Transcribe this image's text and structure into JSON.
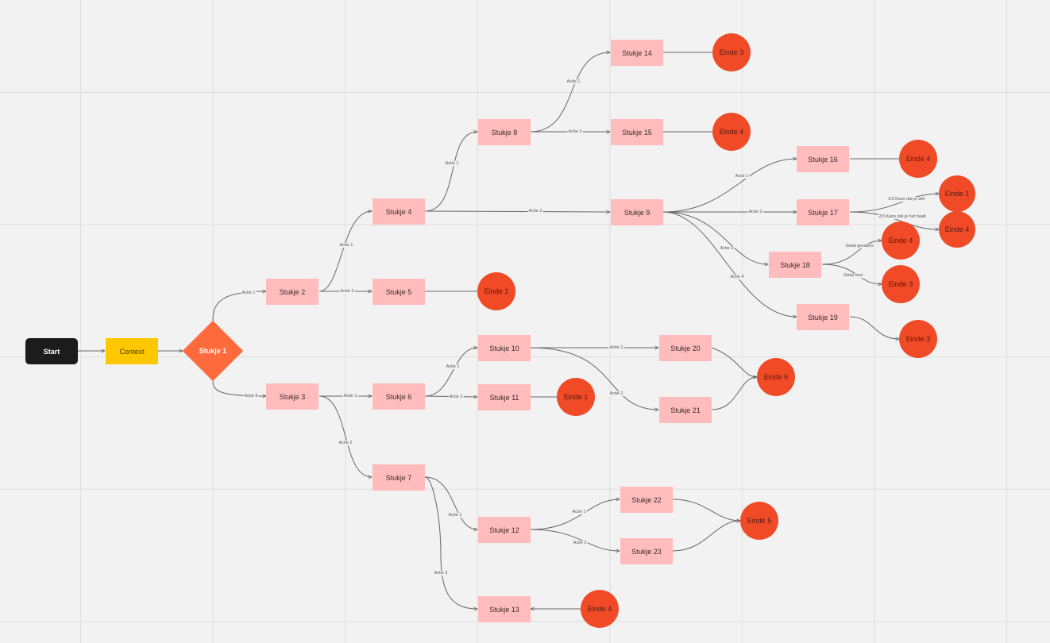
{
  "nodes": {
    "start": "Start",
    "context": "Context",
    "stukje1": "Stukje 1",
    "stukje2": "Stukje 2",
    "stukje3": "Stukje 3",
    "stukje4": "Stukje 4",
    "stukje5": "Stukje 5",
    "stukje6": "Stukje 6",
    "stukje7": "Stukje 7",
    "stukje8": "Stukje 8",
    "stukje9": "Stukje 9",
    "stukje10": "Stukje 10",
    "stukje11": "Stukje 11",
    "stukje12": "Stukje 12",
    "stukje13": "Stukje 13",
    "stukje14": "Stukje 14",
    "stukje15": "Stukje 15",
    "stukje16": "Stukje 16",
    "stukje17": "Stukje 17",
    "stukje18": "Stukje 18",
    "stukje19": "Stukje 19",
    "stukje20": "Stukje 20",
    "stukje21": "Stukje 21",
    "stukje22": "Stukje 22",
    "stukje23": "Stukje 23",
    "einde_a": "Einde 3",
    "einde_b": "Einde 4",
    "einde_c": "Einde 4",
    "einde_d": "Einde 1",
    "einde_e": "Einde 4",
    "einde_f": "Einde 4",
    "einde_g": "Einde 3",
    "einde_h": "Einde 1",
    "einde_i": "Einde 3",
    "einde_j": "Einde 6",
    "einde_k": "Einde 1",
    "einde_l": "Einde 5",
    "einde_m": "Einde 4"
  },
  "edge_labels": {
    "s1_s2": "Actie 1",
    "s1_s3": "Actie 8",
    "s2_s4": "Actie 1",
    "s2_s5": "Actie 2",
    "s4_s8": "Actie 1",
    "s4_s9": "Actie 2",
    "s8_s14": "Actie 1",
    "s8_s15": "Actie 2",
    "s9_s16": "Actie 1",
    "s9_s17": "Actie 2",
    "s9_s18": "Actie 3",
    "s9_s19": "Actie 4",
    "s17_e1": "1/3 Kans dat je wilt",
    "s17_e4": "2/3 Kans dat je het haalt",
    "s18_e4": "Getal geraden",
    "s18_e3": "Getal fout",
    "s3_s6": "Actie 1",
    "s3_s7": "Actie 2",
    "s6_s10": "Actie 1",
    "s6_s11": "Actie 2",
    "s10_s20": "Actie 1",
    "s10_s21": "Actie 2",
    "s7_s12": "Actie 1",
    "s7_s13": "Actie 2",
    "s12_s22": "Actie 1",
    "s12_s23": "Actie 2"
  },
  "colors": {
    "background": "#f2f2f2",
    "grid": "#dddddd",
    "step": "#ffbcbc",
    "end": "#f04a27",
    "start": "#1c1c1c",
    "context": "#ffc700",
    "decision": "#ff6a3d",
    "edge": "#666666"
  }
}
